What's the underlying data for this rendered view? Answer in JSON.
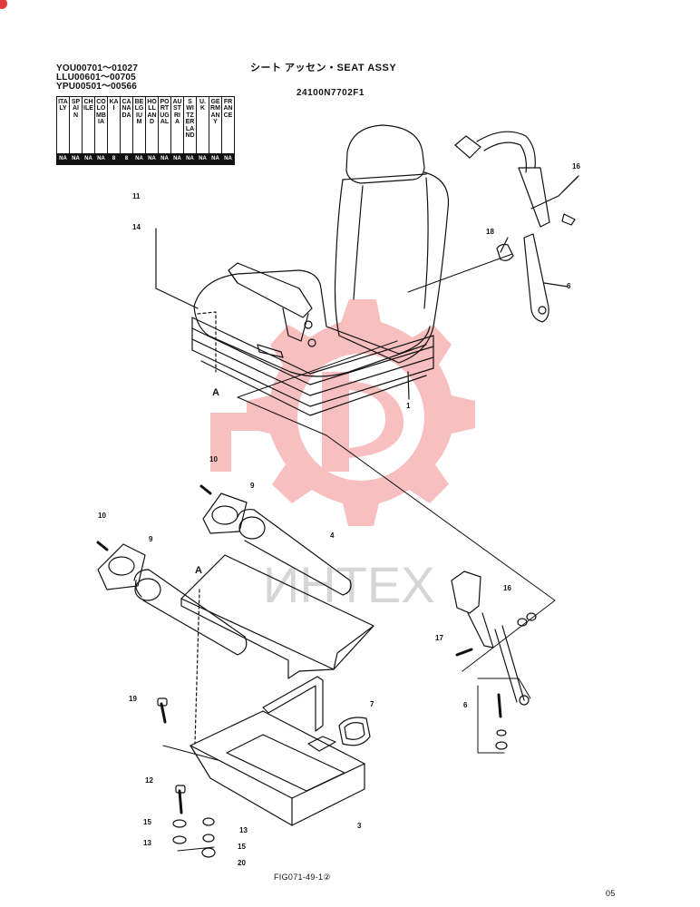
{
  "serials": [
    "YOU00701～01027",
    "LLU00601～00705",
    "YPU00501～00566"
  ],
  "title": "シート アッセン・SEAT ASSY",
  "part_code": "24100N7702F1",
  "figure_id": "FIG071-49-1②",
  "page_code": "05",
  "watermark_text": "ИНТЕХ",
  "watermark_color": "#f28b8b",
  "countries": [
    {
      "name": "ITALY",
      "value": "NA"
    },
    {
      "name": "SPAIN",
      "value": "NA"
    },
    {
      "name": "CHILE",
      "value": "NA"
    },
    {
      "name": "COLOMBIA",
      "value": "NA"
    },
    {
      "name": "KAI",
      "value": "8"
    },
    {
      "name": "CANADA",
      "value": "8"
    },
    {
      "name": "BELGIUM",
      "value": "NA"
    },
    {
      "name": "HOLLAND",
      "value": "NA"
    },
    {
      "name": "PORTUGAL",
      "value": "NA"
    },
    {
      "name": "AUSTRIA",
      "value": "NA"
    },
    {
      "name": "SWITZER LAND",
      "value": "NA"
    },
    {
      "name": "U.K",
      "value": "NA"
    },
    {
      "name": "GERMANY",
      "value": "NA"
    },
    {
      "name": "FRANCE",
      "value": "NA"
    }
  ],
  "callouts": {
    "n1": "1",
    "n3": "3",
    "n4": "4",
    "n6a": "6",
    "n6b": "6",
    "n7": "7",
    "n9a": "9",
    "n9b": "9",
    "n10a": "10",
    "n10b": "10",
    "n11": "11",
    "n12": "12",
    "n13a": "13",
    "n13b": "13",
    "n14": "14",
    "n15a": "15",
    "n15b": "15",
    "n16a": "16",
    "n16b": "16",
    "n17": "17",
    "n18": "18",
    "n19": "19",
    "n20": "20",
    "refA1": "A",
    "refA2": "A"
  }
}
